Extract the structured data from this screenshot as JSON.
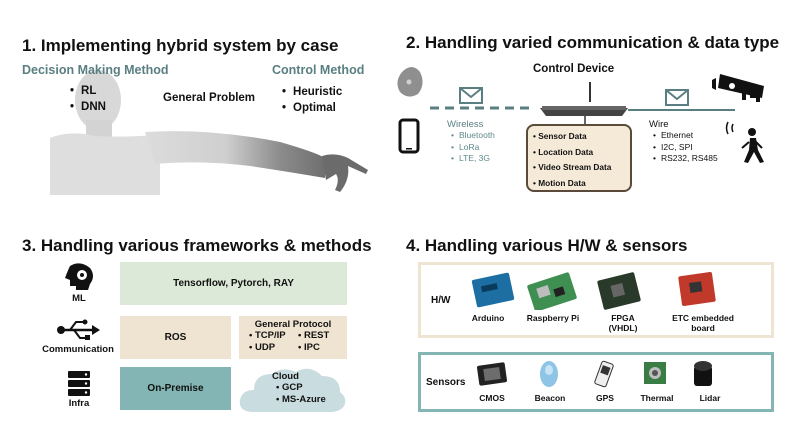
{
  "sec1": {
    "title": "1.  Implementing hybrid system by case",
    "dm_label": "Decision Making Method",
    "dm_items": [
      "RL",
      "DNN"
    ],
    "general": "General Problem",
    "cm_label": "Control Method",
    "cm_items": [
      "Heuristic",
      "Optimal"
    ]
  },
  "sec2": {
    "title": "2. Handling varied communication & data type",
    "control_device": "Control Device",
    "wireless_label": "Wireless",
    "wireless_items": [
      "Bluetooth",
      "LoRa",
      "LTE, 3G"
    ],
    "data_items": [
      "Sensor Data",
      "Location Data",
      "Video Stream Data",
      "Motion Data"
    ],
    "wire_label": "Wire",
    "wire_items": [
      "Ethernet",
      "I2C, SPI",
      "RS232, RS485"
    ]
  },
  "sec3": {
    "title": "3. Handling various frameworks & methods",
    "rows": [
      {
        "label": "ML",
        "icon": "brain-gear-icon"
      },
      {
        "label": "Communication",
        "icon": "usb-icon"
      },
      {
        "label": "Infra",
        "icon": "server-icon"
      }
    ],
    "ml_box": "Tensorflow, Pytorch, RAY",
    "ros_box": "ROS",
    "general_protocol": {
      "title": "General Protocol",
      "items": [
        "TCP/IP",
        "REST",
        "UDP",
        "IPC"
      ]
    },
    "onprem_box": "On-Premise",
    "cloud": {
      "title": "Cloud",
      "items": [
        "GCP",
        "MS-Azure"
      ]
    }
  },
  "sec4": {
    "title": "4. Handling various H/W & sensors",
    "hw_label": "H/W",
    "hw_items": [
      "Arduino",
      "Raspberry Pi",
      "FPGA\n(VHDL)",
      "ETC embedded\nboard"
    ],
    "sensors_label": "Sensors",
    "sensor_items": [
      "CMOS",
      "Beacon",
      "GPS",
      "Thermal",
      "Lidar"
    ]
  },
  "colors": {
    "teal": "#5a7f82",
    "green_box": "#dde9d8",
    "tan_box": "#efe4d2",
    "teal_box": "#82b5b3",
    "cloud": "#c9dce0",
    "data_box": "#f5ead8"
  }
}
